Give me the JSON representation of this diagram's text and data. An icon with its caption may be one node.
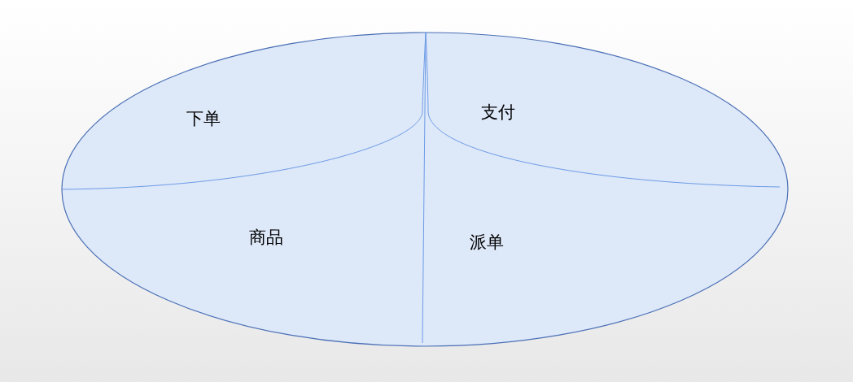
{
  "diagram": {
    "nodes": [
      {
        "text": [],
        "shape": "ellipse"
      },
      {
        "text": [
          "下单"
        ],
        "in": 0
      },
      {
        "text": [
          "支付"
        ],
        "in": 0
      },
      {
        "text": [
          "商品"
        ],
        "in": 0
      },
      {
        "text": [
          "派单"
        ],
        "in": 0
      }
    ],
    "edges": []
  }
}
